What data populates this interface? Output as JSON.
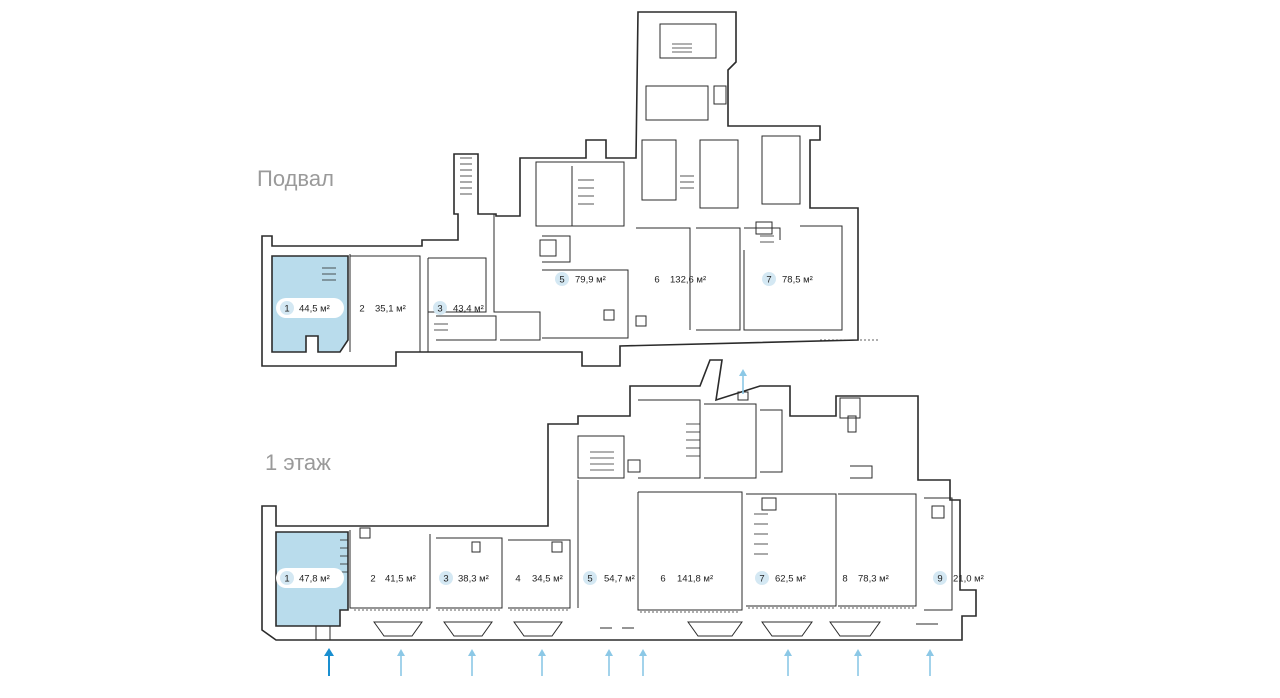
{
  "floors": [
    {
      "label": "Подвал",
      "rooms": [
        {
          "num": "1",
          "area": "44,5 м²",
          "selected": true
        },
        {
          "num": "2",
          "area": "35,1 м²",
          "selected": false
        },
        {
          "num": "3",
          "area": "43,4 м²",
          "selected": false
        },
        {
          "num": "5",
          "area": "79,9 м²",
          "selected": false
        },
        {
          "num": "6",
          "area": "132,6 м²",
          "selected": false
        },
        {
          "num": "7",
          "area": "78,5 м²",
          "selected": false
        }
      ]
    },
    {
      "label": "1 этаж",
      "rooms": [
        {
          "num": "1",
          "area": "47,8 м²",
          "selected": true
        },
        {
          "num": "2",
          "area": "41,5 м²",
          "selected": false
        },
        {
          "num": "3",
          "area": "38,3 м²",
          "selected": false
        },
        {
          "num": "4",
          "area": "34,5 м²",
          "selected": false
        },
        {
          "num": "5",
          "area": "54,7 м²",
          "selected": false
        },
        {
          "num": "6",
          "area": "141,8 м²",
          "selected": false
        },
        {
          "num": "7",
          "area": "62,5 м²",
          "selected": false
        },
        {
          "num": "8",
          "area": "78,3 м²",
          "selected": false
        },
        {
          "num": "9",
          "area": "21,0 м²",
          "selected": false
        }
      ]
    }
  ],
  "colors": {
    "selected_fill": "#b9dcec",
    "badge_fill": "#d4e8f3",
    "entrance_arrow": "#8cc8e6",
    "entrance_arrow_active": "#1a8fd0",
    "wall": "#2b2b2b",
    "floor_label": "#9a9a9a"
  }
}
